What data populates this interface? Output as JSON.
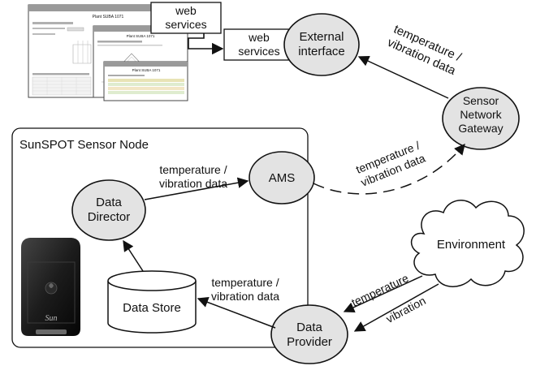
{
  "diagram": {
    "sensor_node_title": "SunSPOT Sensor Node",
    "nodes": {
      "external_interface": [
        "External",
        "interface"
      ],
      "sensor_network_gateway": [
        "Sensor",
        "Network",
        "Gateway"
      ],
      "ams": "AMS",
      "data_director": [
        "Data",
        "Director"
      ],
      "data_store": "Data Store",
      "data_provider": [
        "Data",
        "Provider"
      ],
      "environment": "Environment"
    },
    "boxes": {
      "web_services_1": [
        "web",
        "services"
      ],
      "web_services_2": [
        "web",
        "services"
      ]
    },
    "edge_labels": {
      "gateway_to_external": [
        "temperature /",
        "vibration data"
      ],
      "director_to_ams": [
        "temperature /",
        "vibration data"
      ],
      "ams_to_gateway": [
        "temperature /",
        "vibration data"
      ],
      "provider_to_store": [
        "temperature /",
        "vibration data"
      ],
      "temperature": "temperature",
      "vibration": "vibration"
    },
    "screenshots": {
      "title_1": "Plant SUBA 1071",
      "title_2": "Plant SUBA 1071",
      "title_3": "Plant SUBA 1071"
    },
    "device_logo": "Sun"
  }
}
